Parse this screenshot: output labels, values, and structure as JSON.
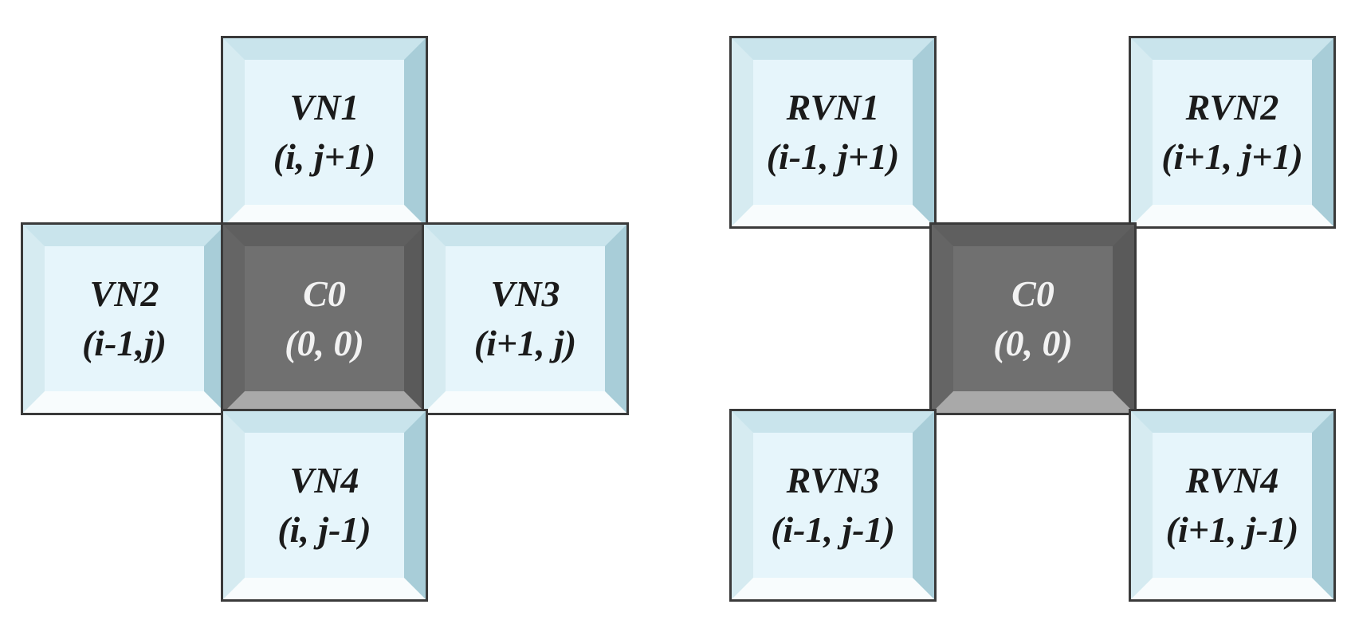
{
  "colors": {
    "neighbor_fill": "#e6f5fb",
    "center_fill": "#707070",
    "outline": "#3a3a3a",
    "neighbor_text": "#1b1b1b",
    "center_text": "#f2f2f2"
  },
  "von_neumann": {
    "top": {
      "name": "VN1",
      "coord": "(i, j+1)"
    },
    "left": {
      "name": "VN2",
      "coord": "(i-1,j)"
    },
    "center": {
      "name": "C0",
      "coord": "(0, 0)"
    },
    "right": {
      "name": "VN3",
      "coord": "(i+1, j)"
    },
    "bottom": {
      "name": "VN4",
      "coord": "(i, j-1)"
    }
  },
  "rotated": {
    "top_left": {
      "name": "RVN1",
      "coord": "(i-1, j+1)"
    },
    "top_right": {
      "name": "RVN2",
      "coord": "(i+1, j+1)"
    },
    "center": {
      "name": "C0",
      "coord": "(0, 0)"
    },
    "bottom_left": {
      "name": "RVN3",
      "coord": "(i-1, j-1)"
    },
    "bottom_right": {
      "name": "RVN4",
      "coord": "(i+1, j-1)"
    }
  }
}
